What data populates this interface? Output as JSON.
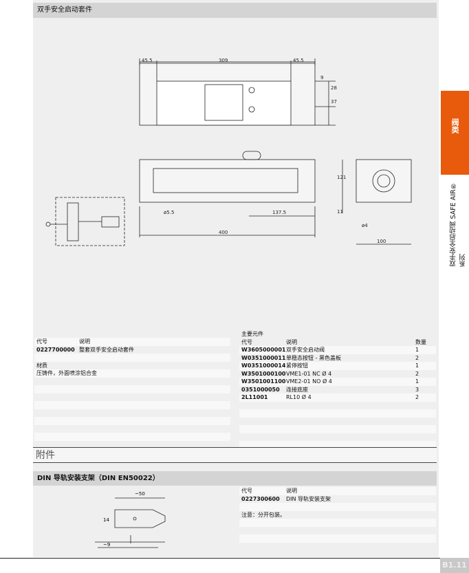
{
  "header": {
    "title": "双手安全启动套件"
  },
  "drawing": {
    "dims": [
      "45.5",
      "309",
      "45.5",
      "9",
      "28",
      "37",
      "121",
      "11",
      "ø5.5",
      "137.5",
      "400",
      "ø4",
      "100"
    ]
  },
  "left_table": {
    "headers": [
      "代号",
      "说明"
    ],
    "rows": [
      [
        "0227700000",
        "整套双手安全启动套件"
      ]
    ],
    "material_label": "材质",
    "material": "压铸件，外面喷涂铝合金"
  },
  "right_table": {
    "section": "主要元件",
    "headers": [
      "代号",
      "说明",
      "数量"
    ],
    "rows": [
      [
        "W3605000001",
        "双手安全启动阀",
        "1"
      ],
      [
        "W0351000011",
        "单稳态按钮 - 黑色盖板",
        "2"
      ],
      [
        "W0351000014",
        "紧停按钮",
        "1"
      ],
      [
        "W3501000100",
        "VME1-01 NC Ø 4",
        "2"
      ],
      [
        "W3501001100",
        "VME2-01 NO Ø 4",
        "1"
      ],
      [
        "0351000050",
        "连接底座",
        "3"
      ],
      [
        "2L11001",
        "RL10 Ø 4",
        "2"
      ]
    ]
  },
  "accessories": {
    "title": "附件",
    "din_title": "DIN 导轨安装支架（DIN EN50022）",
    "dims": [
      "~50",
      "14",
      "~9"
    ],
    "headers": [
      "代号",
      "说明"
    ],
    "rows": [
      [
        "0227300600",
        "DIN 导轨安装支架"
      ]
    ],
    "note": "注意：分开包装。"
  },
  "side": {
    "tab": "阀类",
    "text": "双手安全启动阀 SAFE AIR® 系列"
  },
  "page": "B1.11"
}
